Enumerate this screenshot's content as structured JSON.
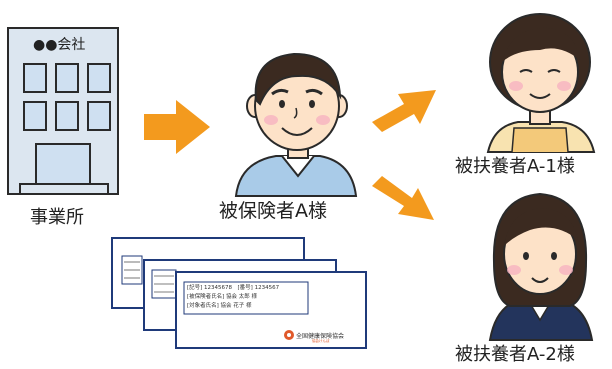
{
  "office": {
    "company_name": "●●会社",
    "label": "事業所"
  },
  "insured": {
    "label": "被保険者A様"
  },
  "dependents": [
    {
      "label": "被扶養者A-1様"
    },
    {
      "label": "被扶養者A-2様"
    }
  ],
  "card": {
    "line1": "[記号] 12345678　[番号] 1234567",
    "line2": "[被保険者氏名] 協会 太郎 様",
    "line3": "[対象者氏名] 協会 花子 様",
    "org_name": "全国健康保険協会",
    "org_sub": "協会けんぽ"
  },
  "colors": {
    "arrow": "#f39a1e",
    "building_fill": "#dce6f0",
    "building_stroke": "#2a2a2a",
    "window_fill": "#cfe0f1",
    "skin": "#fde2c8",
    "hair": "#3b2a20",
    "shirt_blue": "#a9cbe8",
    "card_border": "#1f3a7a",
    "logo_red": "#e0592a"
  }
}
